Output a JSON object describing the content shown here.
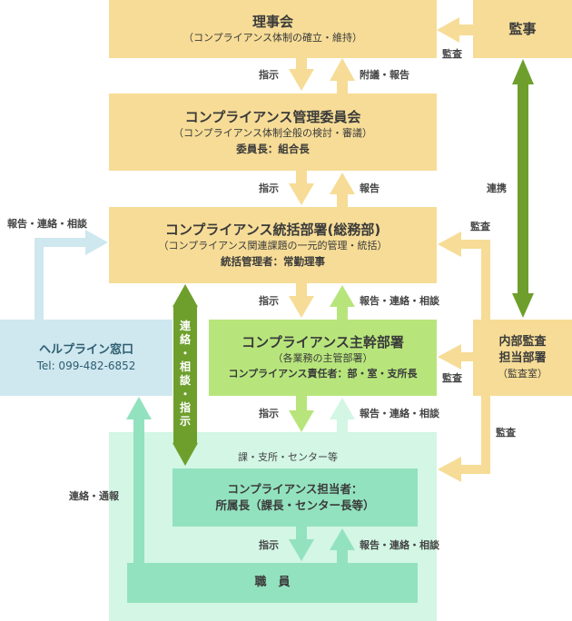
{
  "boxes": {
    "board": {
      "title": "理事会",
      "sub": "（コンプライアンス体制の確立・維持）"
    },
    "auditor": {
      "title": "監事"
    },
    "committee": {
      "title": "コンプライアンス管理委員会",
      "sub": "（コンプライアンス体制全般の検討・審議）",
      "chair": "委員長：組合長"
    },
    "general": {
      "title": "コンプライアンス統括部署(総務部)",
      "sub": "（コンプライアンス関連課題の一元的管理・統括）",
      "manager": "統括管理者：常勤理事"
    },
    "helpline": {
      "title": "ヘルプライン窓口",
      "tel": "Tel: 099-482-6852"
    },
    "main_dept": {
      "title": "コンプライアンス主幹部署",
      "sub": "（各業務の主管部署）",
      "responsible": "コンプライアンス責任者：部・室・支所長"
    },
    "internal_audit": {
      "line1": "内部監査",
      "line2": "担当部署",
      "sub": "（監査室）"
    },
    "sections_label": "課・支所・センター等",
    "officer": {
      "line1": "コンプライアンス担当者：",
      "line2": "所属長（課長・センター長等）"
    },
    "staff": {
      "title": "職　員"
    }
  },
  "labels": {
    "shiji1": "指示",
    "fugi": "附議・報告",
    "kansa_board": "監査",
    "shiji2": "指示",
    "houkoku": "報告",
    "renkei": "連携",
    "kansa_general": "監査",
    "help_report": "報告・連絡・相談",
    "shiji3": "指示",
    "report3": "報告・連絡・相談",
    "kansa_main": "監査",
    "shiji4": "指示",
    "report4": "報告・連絡・相談",
    "kansa_officer": "監査",
    "renraku_tsuho": "連絡・通報",
    "shiji5": "指示",
    "report5": "報告・連絡・相談"
  },
  "vertical_label": [
    "連",
    "絡",
    "・",
    "相",
    "談",
    "・",
    "指",
    "示"
  ],
  "colors": {
    "yellow": "#f6dc96",
    "green": "#b7e57c",
    "dark_green": "#6e9f2c",
    "mint": "#93e2bf",
    "mint_bg": "#d3f6e5",
    "light_blue": "#cfe7ef"
  }
}
